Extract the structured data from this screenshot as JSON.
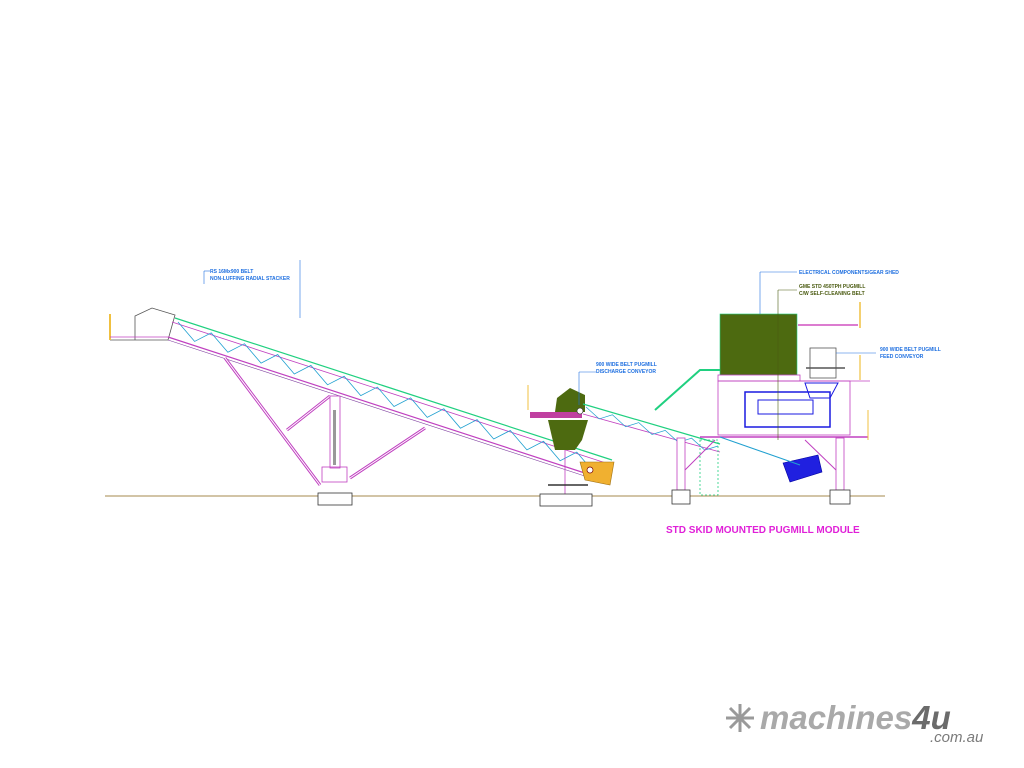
{
  "labels": {
    "stacker": {
      "line1": "RS 16Mx900 BELT",
      "line2": "NON-LUFFING RADIAL STACKER"
    },
    "discharge_conveyor": {
      "line1": "900 WIDE BELT PUGMILL",
      "line2": "DISCHARGE CONVEYOR"
    },
    "gear_shed": {
      "line1": "ELECTRICAL COMPONENTS/GEAR SHED"
    },
    "pugmill": {
      "line1": "GME STD 450TPH PUGMILL",
      "line2": "C/W SELF-CLEANING BELT"
    },
    "feed_conveyor": {
      "line1": "900 WIDE BELT PUGMILL",
      "line2": "FEED CONVEYOR"
    }
  },
  "title": "STD SKID MOUNTED PUGMILL MODULE",
  "watermark": {
    "brand": "machines",
    "brand_num": "4u",
    "domain": ".com.au"
  },
  "colors": {
    "structure": "#c040c0",
    "belt": "#20d080",
    "leader": "#1e6fe0",
    "shed": "#4d6a10",
    "pugmill": "#1a1ae0",
    "title": "#e020d8",
    "ground": "#b8a070"
  }
}
